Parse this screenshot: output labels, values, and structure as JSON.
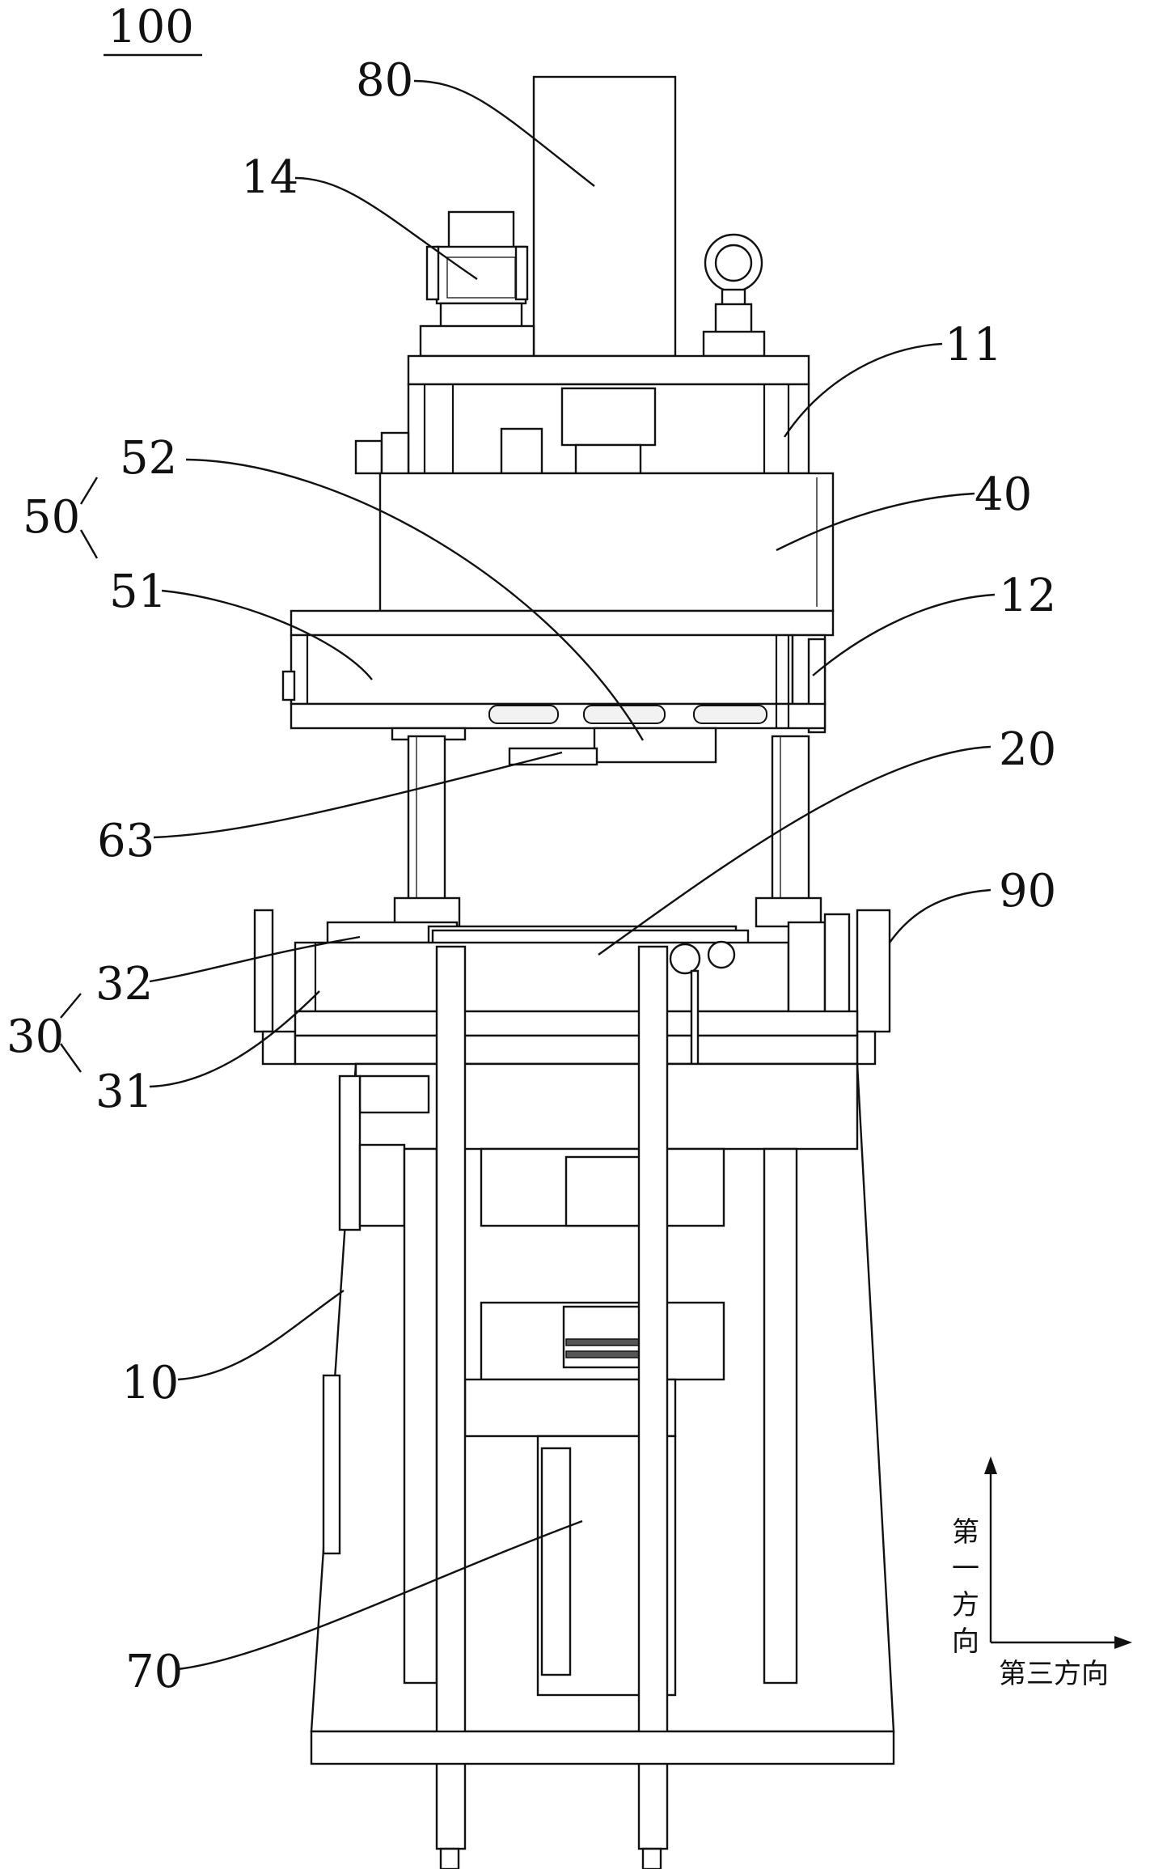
{
  "figure": {
    "title_number": "100",
    "labels": [
      {
        "id": "80",
        "text": "80"
      },
      {
        "id": "14",
        "text": "14"
      },
      {
        "id": "11",
        "text": "11"
      },
      {
        "id": "52",
        "text": "52"
      },
      {
        "id": "50",
        "text": "50"
      },
      {
        "id": "40",
        "text": "40"
      },
      {
        "id": "51",
        "text": "51"
      },
      {
        "id": "12",
        "text": "12"
      },
      {
        "id": "20",
        "text": "20"
      },
      {
        "id": "63",
        "text": "63"
      },
      {
        "id": "90",
        "text": "90"
      },
      {
        "id": "32",
        "text": "32"
      },
      {
        "id": "30",
        "text": "30"
      },
      {
        "id": "31",
        "text": "31"
      },
      {
        "id": "10",
        "text": "10"
      },
      {
        "id": "70",
        "text": "70"
      }
    ],
    "axes": {
      "first_direction": "第一方向",
      "first_direction_chars": [
        "第",
        "一",
        "方",
        "向"
      ],
      "third_direction": "第三方向"
    }
  }
}
